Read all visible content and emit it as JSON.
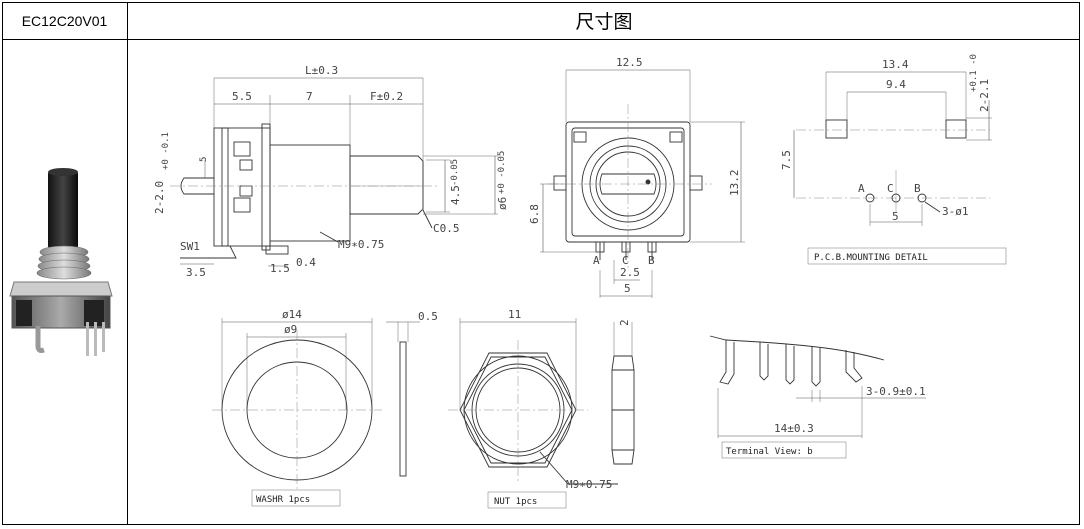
{
  "header": {
    "part_number": "EC12C20V01",
    "title": "尺寸图"
  },
  "side_view": {
    "dim_L": "L±0.3",
    "dim_55": "5.5",
    "dim_7": "7",
    "dim_F": "F±0.2",
    "dim_2_0": "2-2.0",
    "dim_2_0_tol": "+0 -0.1",
    "dim_5_small": "5",
    "dim_45": "4.5",
    "dim_45_tol": "-0.05",
    "dim_6": "ø6",
    "dim_6_tol": "+0 -0.05",
    "dim_c05": "C0.5",
    "dim_m9": "M9∗0.75",
    "sw_label": "SW1",
    "dim_35": "3.5",
    "dim_15": "1.5",
    "dim_04": "0.4"
  },
  "front_view": {
    "dim_125": "12.5",
    "dim_132": "13.2",
    "dim_68": "6.8",
    "pin_a": "A",
    "pin_c": "C",
    "pin_b": "B",
    "dim_25": "2.5",
    "dim_5": "5"
  },
  "pcb_view": {
    "dim_134": "13.4",
    "dim_94": "9.4",
    "dim_21": "2-2.1",
    "dim_21_tol": "+0.1 -0",
    "dim_75": "7.5",
    "pin_a": "A",
    "pin_c": "C",
    "pin_b": "B",
    "dim_5": "5",
    "dim_3phi1": "3-ø1",
    "caption": "P.C.B.MOUNTING DETAIL"
  },
  "washer": {
    "dim_14": "ø14",
    "dim_9": "ø9",
    "dim_05": "0.5",
    "caption": "WASHR  1pcs"
  },
  "nut": {
    "dim_11": "11",
    "dim_2": "2",
    "dim_m9": "M9∗0.75",
    "caption": "NUT 1pcs"
  },
  "terminal": {
    "dim_309": "3-0.9±0.1",
    "dim_14": "14±0.3",
    "caption": "Terminal View: b"
  }
}
